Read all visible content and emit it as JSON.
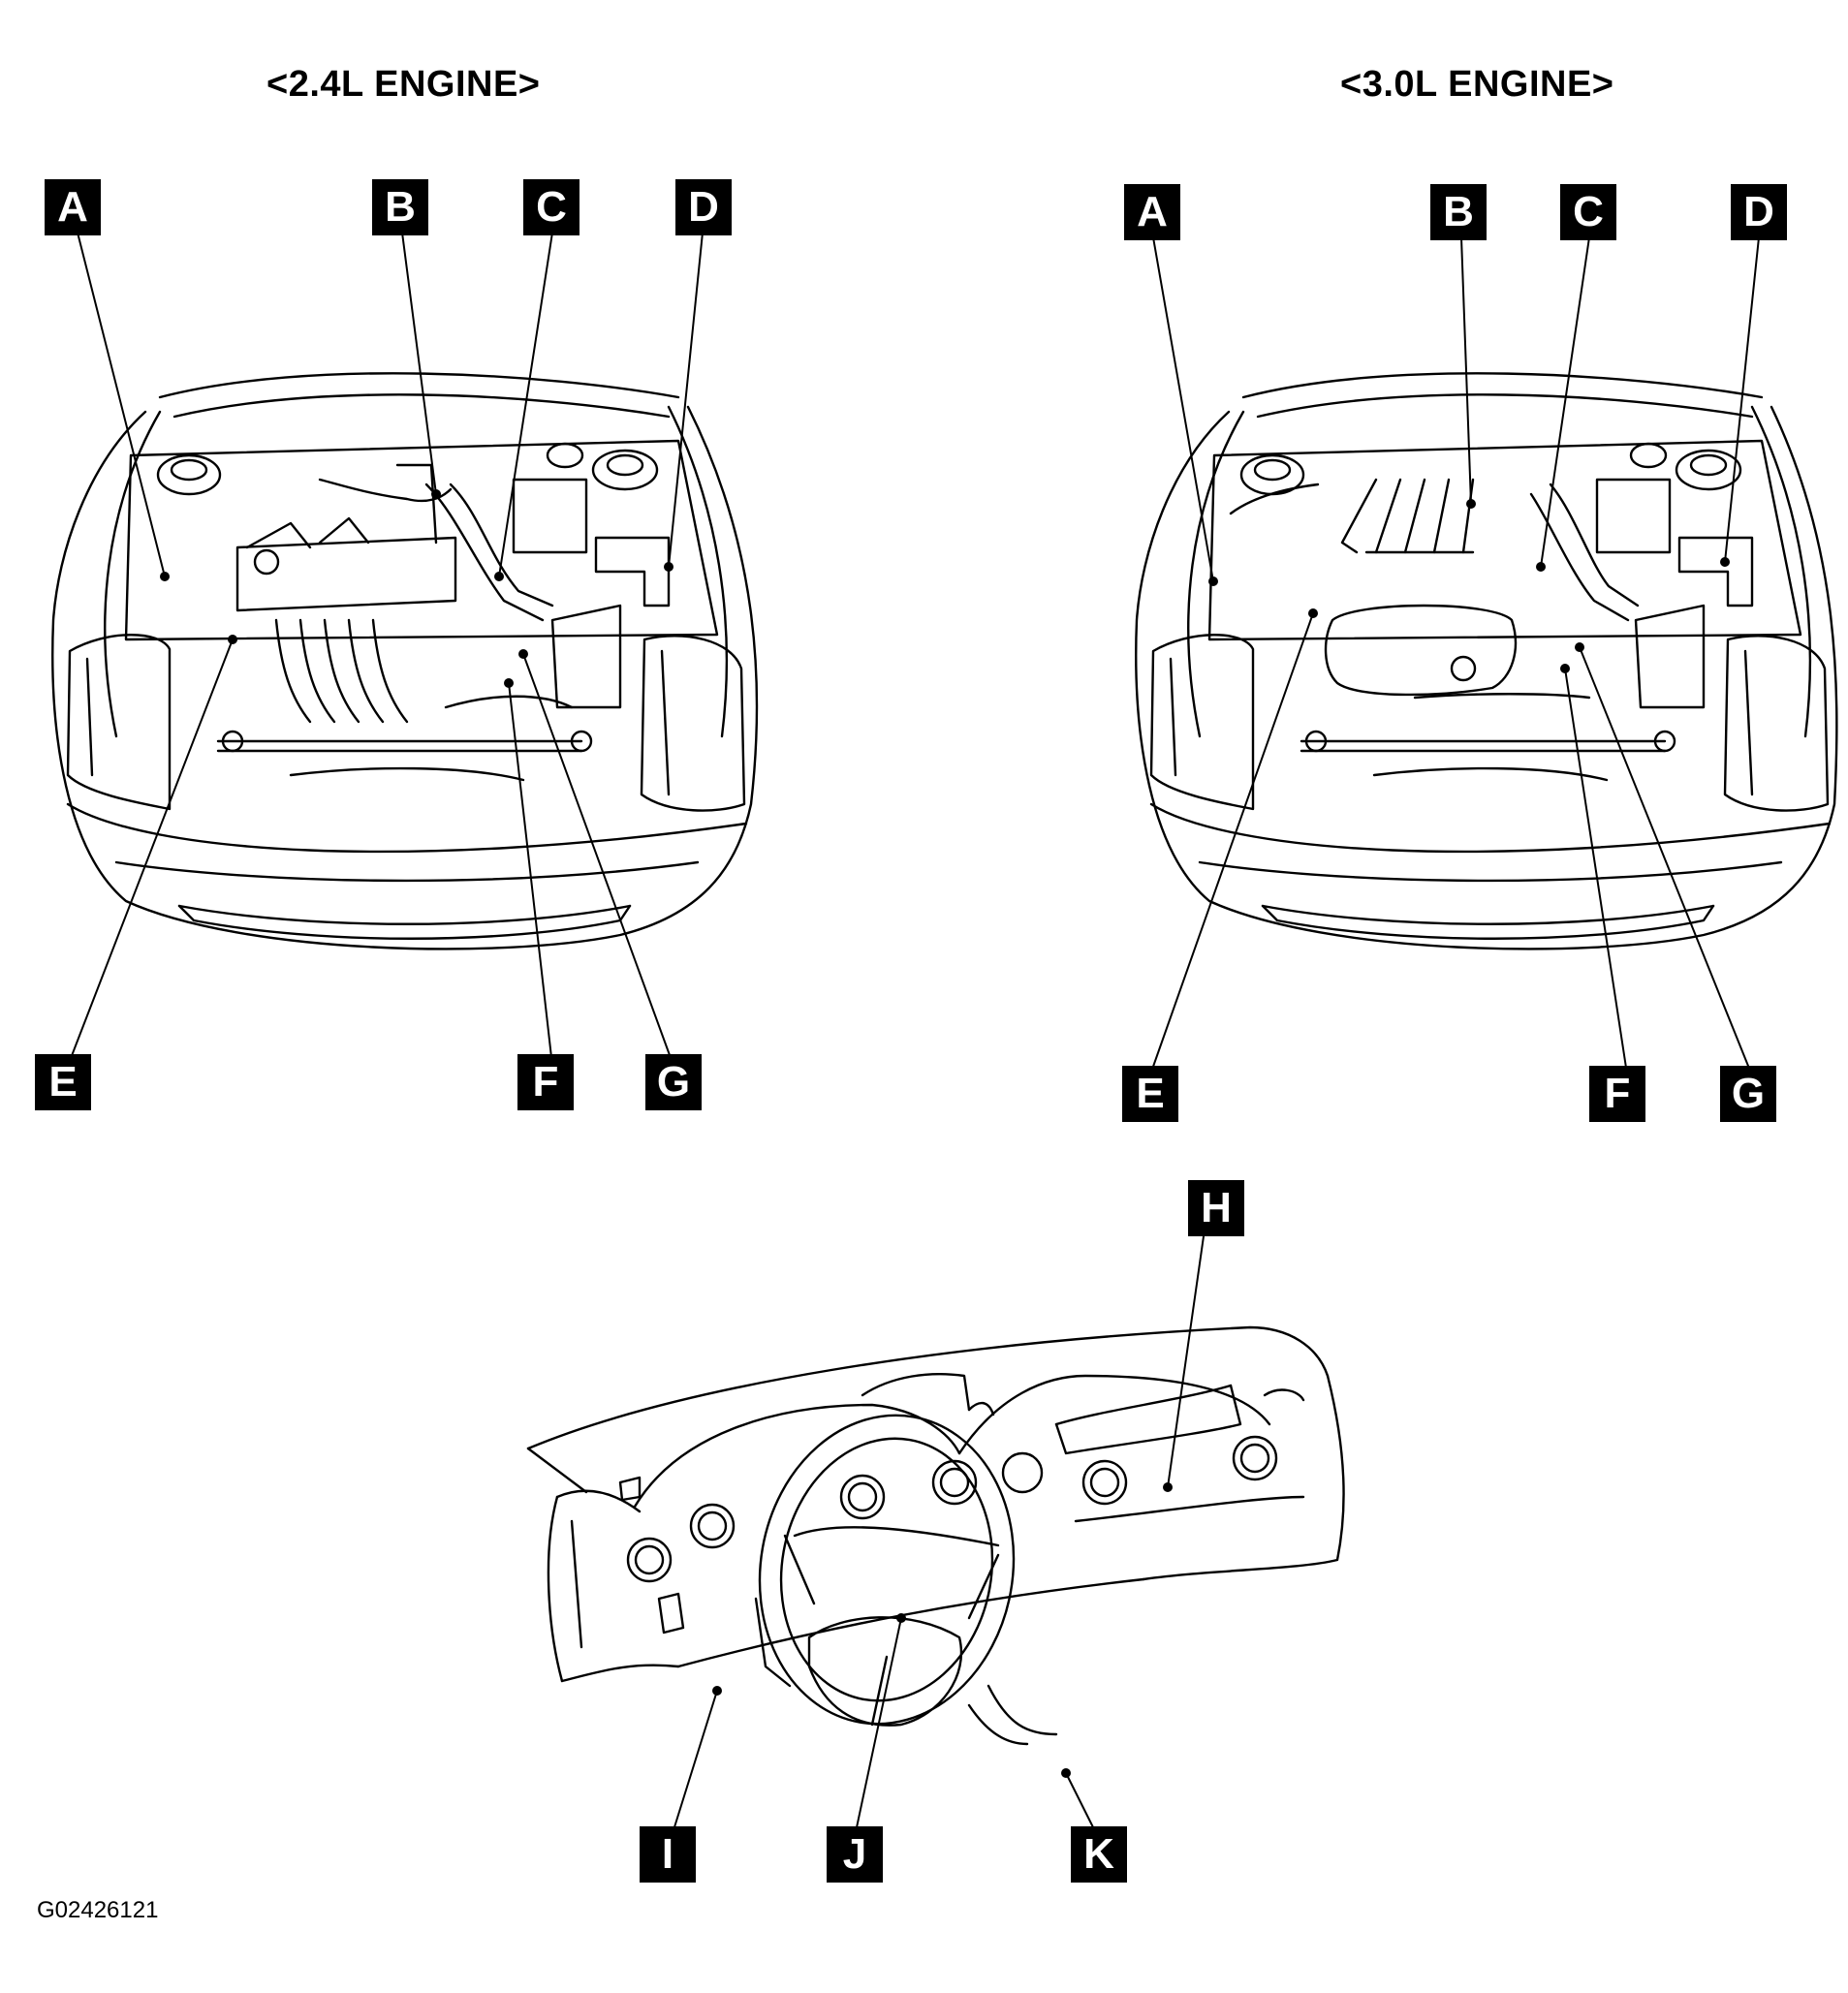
{
  "titles": {
    "engine_24": "<2.4L ENGINE>",
    "engine_30": "<3.0L ENGINE>"
  },
  "callouts_24": [
    "A",
    "B",
    "C",
    "D",
    "E",
    "F",
    "G"
  ],
  "callouts_30": [
    "A",
    "B",
    "C",
    "D",
    "E",
    "F",
    "G"
  ],
  "callouts_dash": [
    "H",
    "I",
    "J",
    "K"
  ],
  "figure_id": "G02426121"
}
